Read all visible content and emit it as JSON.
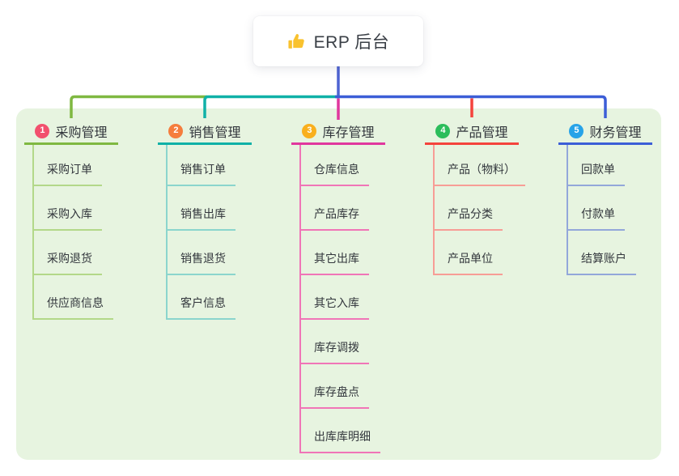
{
  "root": {
    "title": "ERP 后台",
    "icon": "thumbs-up-icon"
  },
  "colors": {
    "page_bg": "#ffffff",
    "panel_bg": "#e7f4e0",
    "card_bg": "#ffffff",
    "root_line": "#4e63d2",
    "text_dark": "#33373d",
    "thumb_icon": "#f9c22e"
  },
  "branches": [
    {
      "badge": "1",
      "label": "采购管理",
      "badge_color": "#f2506e",
      "line_color": "#7fb841",
      "light_color": "#b3d889",
      "children": [
        "采购订单",
        "采购入库",
        "采购退货",
        "供应商信息"
      ]
    },
    {
      "badge": "2",
      "label": "销售管理",
      "badge_color": "#f57d3d",
      "line_color": "#10b1a7",
      "light_color": "#8bd5cd",
      "children": [
        "销售订单",
        "销售出库",
        "销售退货",
        "客户信息"
      ]
    },
    {
      "badge": "3",
      "label": "库存管理",
      "badge_color": "#f9af1d",
      "line_color": "#e0379e",
      "light_color": "#f075b7",
      "children": [
        "仓库信息",
        "产品库存",
        "其它出库",
        "其它入库",
        "库存调拨",
        "库存盘点",
        "出库库明细"
      ]
    },
    {
      "badge": "4",
      "label": "产品管理",
      "badge_color": "#2cbd5b",
      "line_color": "#f4433c",
      "light_color": "#f79d96",
      "children": [
        "产品（物料）",
        "产品分类",
        "产品单位"
      ]
    },
    {
      "badge": "5",
      "label": "财务管理",
      "badge_color": "#27a3e8",
      "line_color": "#3c5ed7",
      "light_color": "#93a7da",
      "children": [
        "回款单",
        "付款单",
        "结算账户"
      ]
    }
  ]
}
